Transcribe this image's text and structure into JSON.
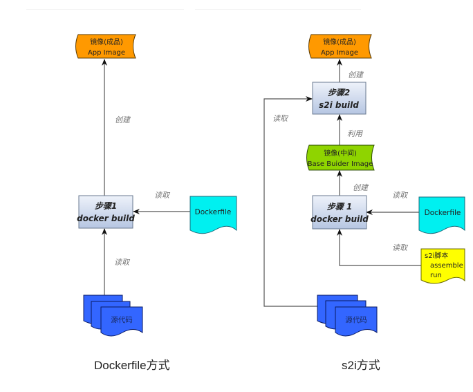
{
  "left_panel": {
    "caption": "Dockerfile方式",
    "app_image": {
      "line1": "镜像(成品)",
      "line2": "App Image",
      "color": "#ff9900"
    },
    "step1": {
      "line1": "步骤1",
      "line2": "docker build"
    },
    "dockerfile": {
      "label": "Dockerfile",
      "color": "#00ffff"
    },
    "source": {
      "label": "源代码",
      "color": "#3366ff"
    },
    "edges": {
      "create": "创建",
      "read_dockerfile": "读取",
      "read_source": "读取"
    }
  },
  "right_panel": {
    "caption": "s2i方式",
    "app_image": {
      "line1": "镜像(成品)",
      "line2": "App Image",
      "color": "#ff9900"
    },
    "step2": {
      "line1": "步骤2",
      "line2": "s2i build"
    },
    "base_image": {
      "line1": "镜像(中间)",
      "line2": "Base Buider Image",
      "color": "#8fd400"
    },
    "step1": {
      "line1": "步骤 1",
      "line2": "docker build"
    },
    "dockerfile": {
      "label": "Dockerfile",
      "color": "#00ffff"
    },
    "s2i_script": {
      "line1": "s2i脚本",
      "line2": "assemble",
      "line3": "run",
      "color": "#ffff00"
    },
    "source": {
      "label": "源代码",
      "color": "#3366ff"
    },
    "edges": {
      "create_app": "创建",
      "use": "利用",
      "create_base": "创建",
      "read_dockerfile": "读取",
      "read_script": "读取",
      "read_source": "读取"
    }
  },
  "colors": {
    "process_fill_top": "#e8eef8",
    "process_fill_bottom": "#b8c8e4",
    "process_stroke": "#6a7a90",
    "edge": "#555555",
    "edge_label": "#777777"
  }
}
